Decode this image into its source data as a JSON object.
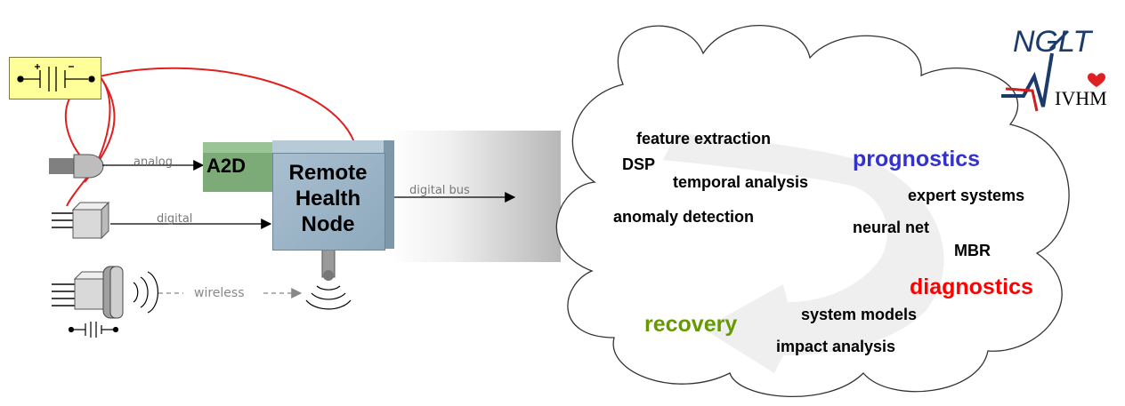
{
  "left_labels": {
    "analog": "analog",
    "digital": "digital",
    "wireless": "wireless",
    "digital_bus": "digital bus"
  },
  "boxes": {
    "a2d": "A2D",
    "remote_line1": "Remote",
    "remote_line2": "Health",
    "remote_line3": "Node"
  },
  "cloud_terms": {
    "feature_extraction": "feature extraction",
    "dsp": "DSP",
    "temporal_analysis": "temporal analysis",
    "prognostics": "prognostics",
    "expert_systems": "expert systems",
    "anomaly_detection": "anomaly detection",
    "neural_net": "neural net",
    "mbr": "MBR",
    "diagnostics": "diagnostics",
    "system_models": "system models",
    "recovery": "recovery",
    "impact_analysis": "impact analysis"
  },
  "logo": {
    "top": "NGLT",
    "bottom": "IVHM"
  },
  "colors": {
    "prognostics": "#3333cc",
    "diagnostics": "#ff0000",
    "recovery": "#669900",
    "battery_fill": "#ffff99",
    "a2d_box": "#7cab77",
    "node_box": "#9ab1c4",
    "wires": "#e02020"
  }
}
